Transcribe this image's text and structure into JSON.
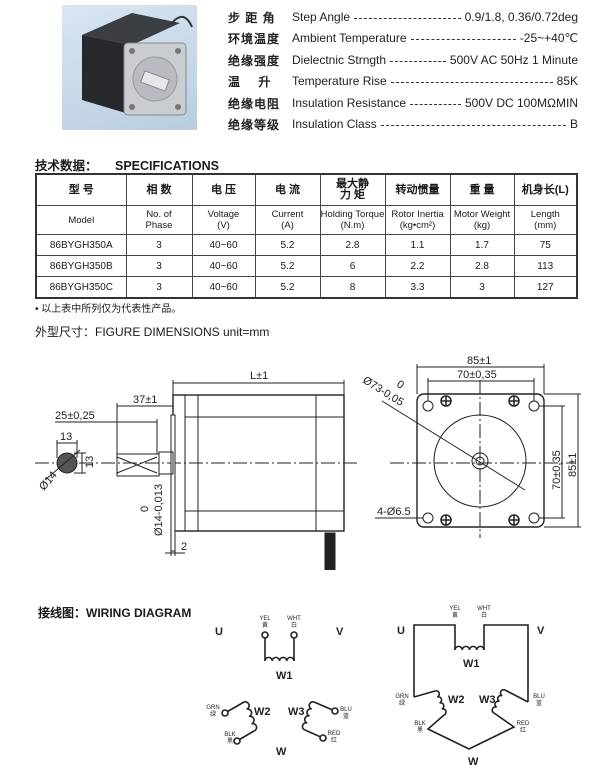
{
  "specs": [
    {
      "cn": "步 距 角",
      "en": "Step Angle",
      "value": "0.9/1.8, 0.36/0.72deg"
    },
    {
      "cn": "环境温度",
      "en": "Ambient Temperature",
      "value": "-25~+40℃"
    },
    {
      "cn": "绝缘强度",
      "en": "Dielectnic  Strngth",
      "value": "500V AC 50Hz 1 Minute"
    },
    {
      "cn": "温    升",
      "en": "Temperature Rise",
      "value": "85K"
    },
    {
      "cn": "绝缘电阻",
      "en": "Insulation Resistance",
      "value": "500V DC 100MΩMIN"
    },
    {
      "cn": "绝缘等级",
      "en": "Insulation Class",
      "value": "B"
    }
  ],
  "specifications": {
    "title_cn": "技术数据：",
    "title_en": "SPECIFICATIONS",
    "headers_cn": [
      "型 号",
      "相 数",
      "电 压",
      "电 流",
      "最大静\n力 矩",
      "转动惯量",
      "重 量",
      "机身长(L)"
    ],
    "headers_en": [
      "Model",
      "No. of\nPhase",
      "Voltage\n(V)",
      "Current\n(A)",
      "Holding Torque\n(N.m)",
      "Rotor Inertia\n(kg•cm²)",
      "Motor Weight\n(kg)",
      "Length\n(mm)"
    ],
    "rows": [
      [
        "86BYGH350A",
        "3",
        "40~60",
        "5.2",
        "2.8",
        "1.1",
        "1.7",
        "75"
      ],
      [
        "86BYGH350B",
        "3",
        "40~60",
        "5.2",
        "6",
        "2.2",
        "2.8",
        "113"
      ],
      [
        "86BYGH350C",
        "3",
        "40~60",
        "5.2",
        "8",
        "3.3",
        "3",
        "127"
      ]
    ],
    "note": "• 以上表中所列仅为代表性产品。"
  },
  "dimensions": {
    "title": "外型尺寸：FIGURE DIMENSIONS unit=mm",
    "L": "L±1",
    "d37": "37±1",
    "d25": "25±0,25",
    "d13a": "13",
    "d13b": "13",
    "d14": "Ø14",
    "shaft_tol_top": "0",
    "shaft": "Ø14-0,013",
    "d2": "2",
    "front_85_top": "85±1",
    "front_70_top": "70±0,35",
    "front_70_side": "70±0,35",
    "front_85_side": "85±1",
    "boss_tol_top": "0",
    "boss": "Ø73-0,05",
    "holes": "4-Ø6.5"
  },
  "wiring": {
    "title": "接线图：WIRING DIAGRAM",
    "U": "U",
    "V": "V",
    "W": "W",
    "W1": "W1",
    "W2": "W2",
    "W3": "W3",
    "YEL": "YEL",
    "YEL_cn": "黄",
    "WHT": "WHT",
    "WHT_cn": "白",
    "GRN": "GRN",
    "GRN_cn": "绿",
    "BLK": "BLK",
    "BLK_cn": "黑",
    "BLU": "BLU",
    "BLU_cn": "蓝",
    "RED": "RED",
    "RED_cn": "红"
  }
}
